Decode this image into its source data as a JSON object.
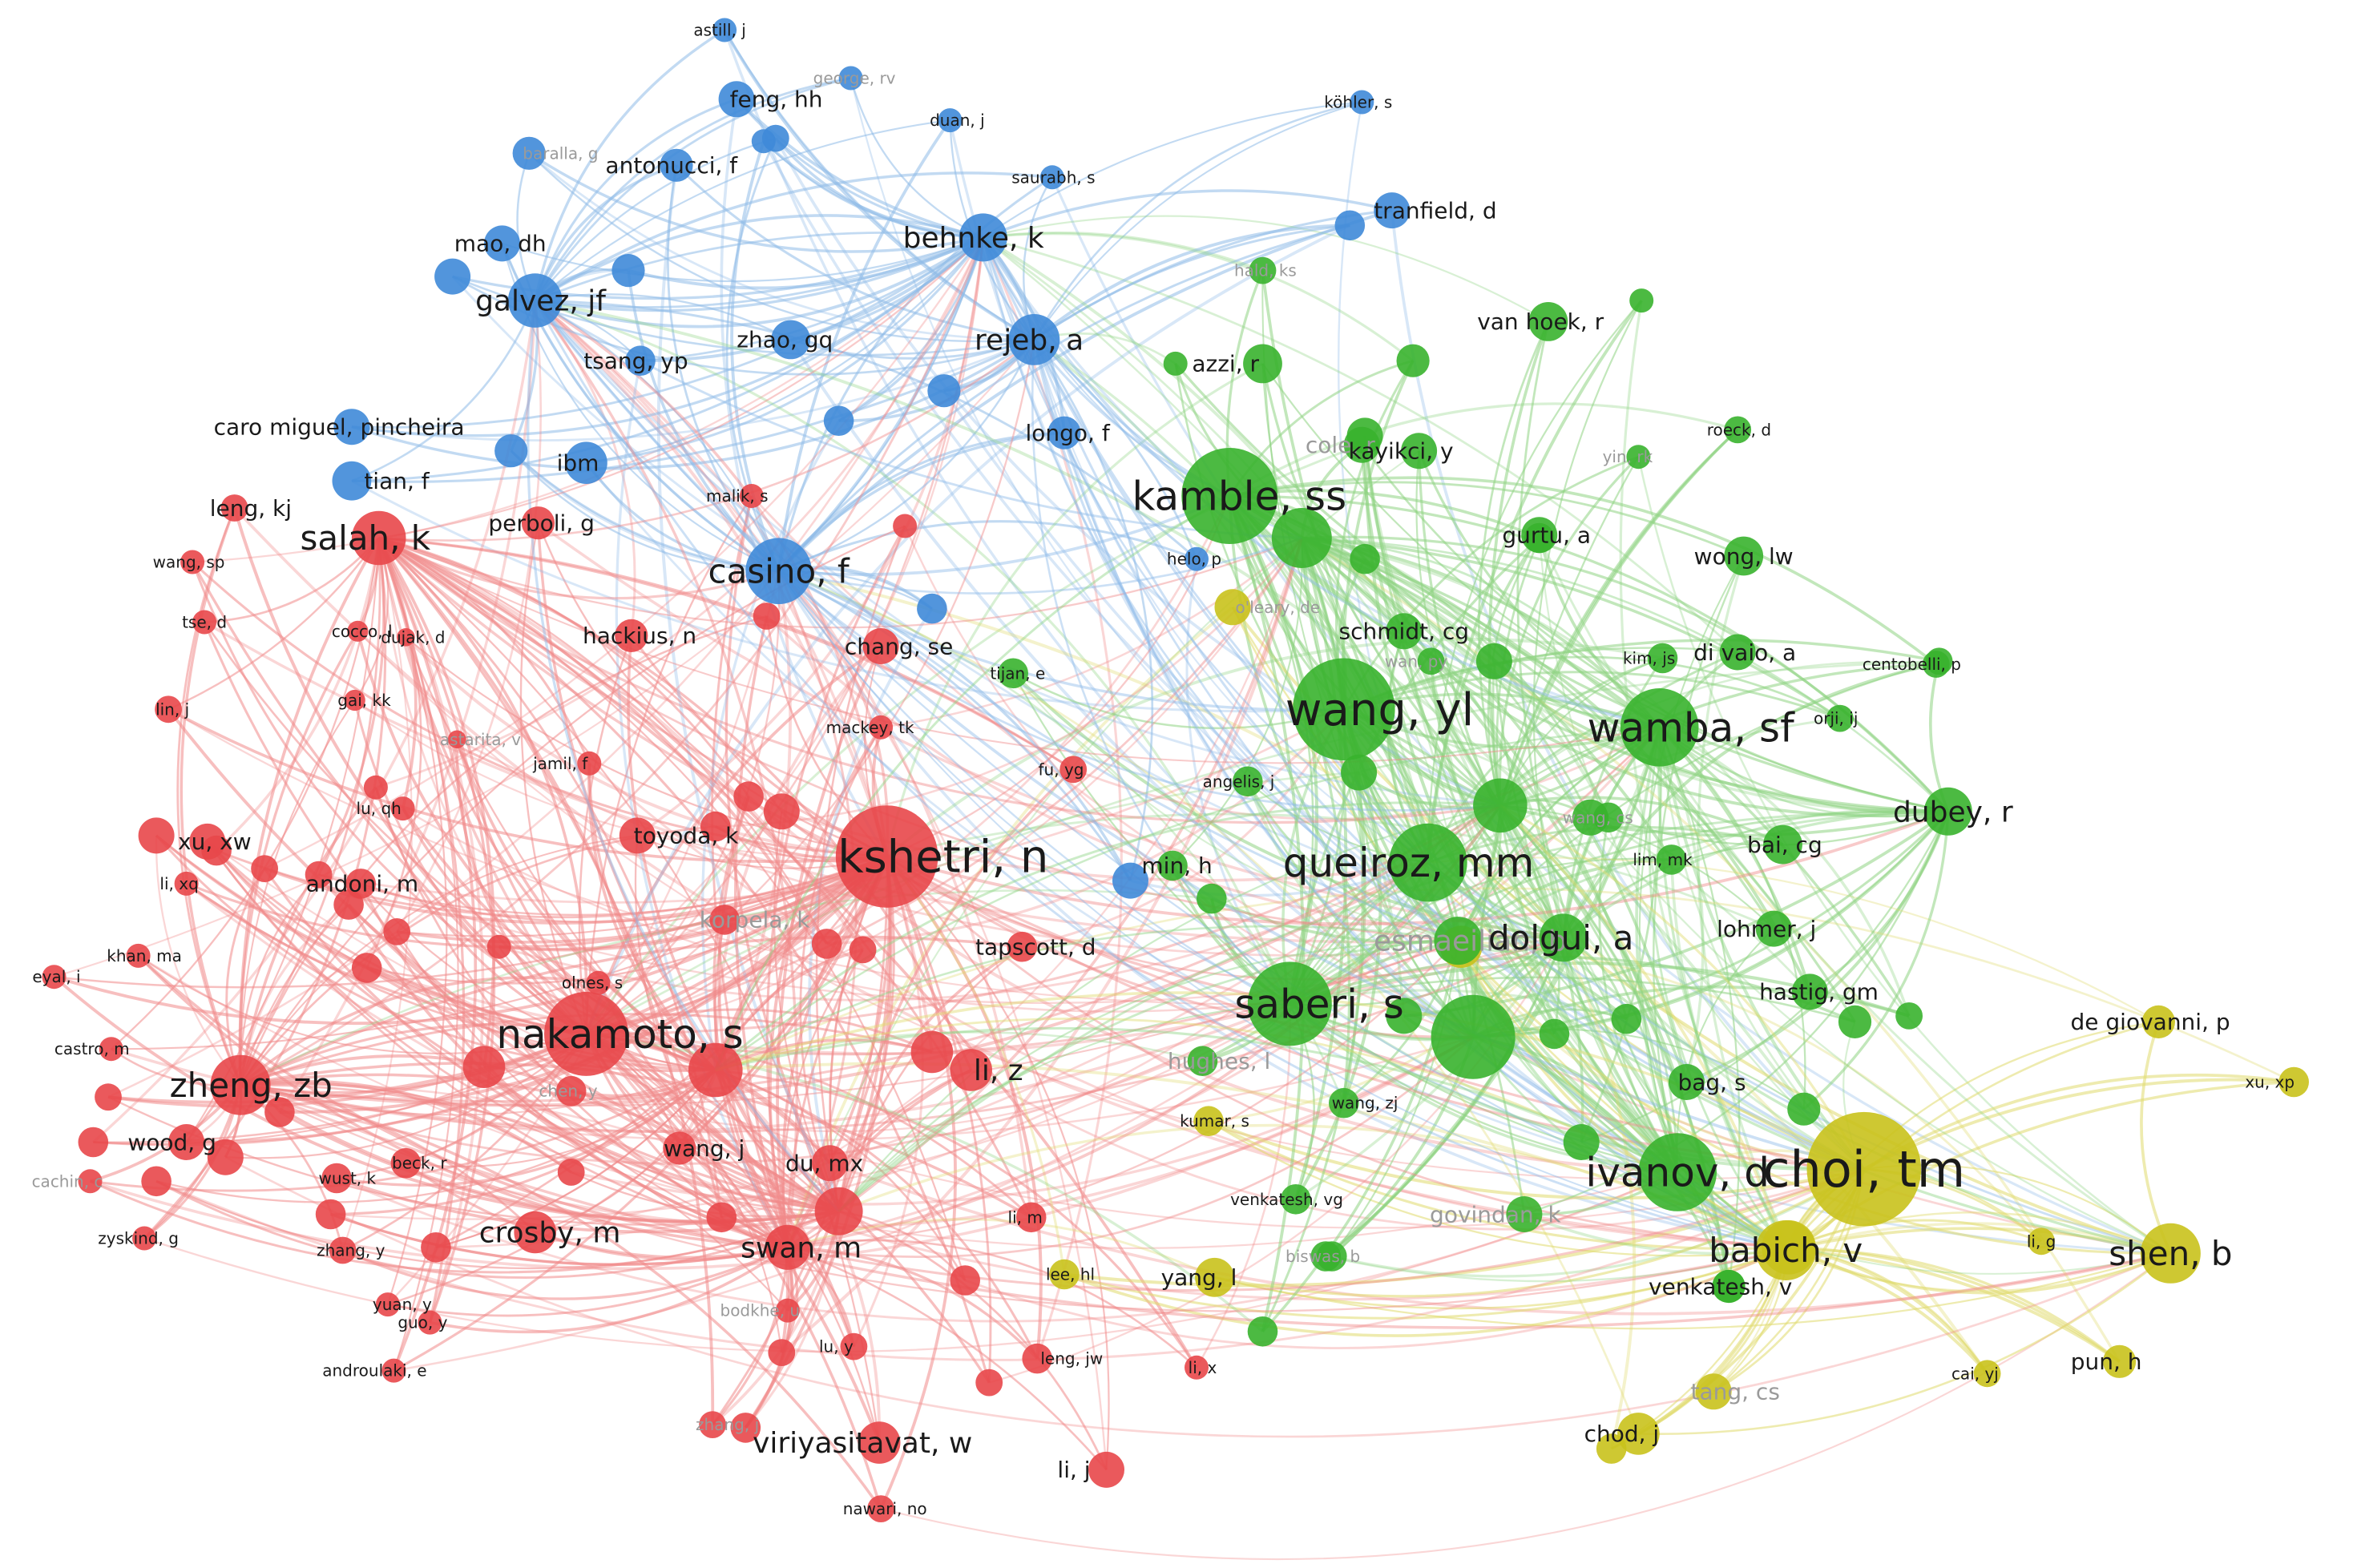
{
  "colors": {
    "red": "#e8474a",
    "blue": "#3f8ad8",
    "green": "#39b32d",
    "yellow": "#c9c21c",
    "red_link": "#f08a8a",
    "blue_link": "#8fbbe8",
    "green_link": "#8fd484",
    "yellow_link": "#e0db6e",
    "label": "#1a1a1a",
    "label_faint": "#9a9a9a"
  },
  "nodes": [
    {
      "id": "kshetri",
      "label": "kshetri, n",
      "cluster": "red",
      "size": 6,
      "weight": "strong"
    },
    {
      "id": "nakamoto",
      "label": "nakamoto, s",
      "cluster": "red",
      "size": 5,
      "weight": "strong"
    },
    {
      "id": "zheng_zb",
      "label": "zheng, zb",
      "cluster": "red",
      "size": 4,
      "weight": "strong"
    },
    {
      "id": "salah",
      "label": "salah, k",
      "cluster": "red",
      "size": 4,
      "weight": "strong"
    },
    {
      "id": "swan",
      "label": "swan, m",
      "cluster": "red",
      "size": 3,
      "weight": "strong"
    },
    {
      "id": "li_z",
      "label": "li, z",
      "cluster": "red",
      "size": 3,
      "weight": "strong"
    },
    {
      "id": "crosby",
      "label": "crosby, m",
      "cluster": "red",
      "size": 3,
      "weight": "strong"
    },
    {
      "id": "viriyasitavat",
      "label": "viriyasitavat, w",
      "cluster": "red",
      "size": 3,
      "weight": "strong"
    },
    {
      "id": "hackius",
      "label": "hackius, n",
      "cluster": "red",
      "size": 2,
      "weight": "strong"
    },
    {
      "id": "chang_se",
      "label": "chang, se",
      "cluster": "red",
      "size": 2,
      "weight": "strong"
    },
    {
      "id": "perboli",
      "label": "perboli, g",
      "cluster": "red",
      "size": 2,
      "weight": "strong"
    },
    {
      "id": "korpela",
      "label": "korpela, k",
      "cluster": "red",
      "size": 2,
      "weight": "faint"
    },
    {
      "id": "tapscott",
      "label": "tapscott, d",
      "cluster": "red",
      "size": 2,
      "weight": "strong"
    },
    {
      "id": "leng_kj",
      "label": "leng, kj",
      "cluster": "red",
      "size": 2,
      "weight": "strong"
    },
    {
      "id": "wang_sp",
      "label": "wang, sp",
      "cluster": "red",
      "size": 1,
      "weight": "strong"
    },
    {
      "id": "tse",
      "label": "tse, d",
      "cluster": "red",
      "size": 1,
      "weight": "strong"
    },
    {
      "id": "cocco",
      "label": "cocco, l",
      "cluster": "red",
      "size": 1,
      "weight": "strong"
    },
    {
      "id": "dujak",
      "label": "dujak, d",
      "cluster": "red",
      "size": 1,
      "weight": "strong"
    },
    {
      "id": "malik",
      "label": "malik, s",
      "cluster": "red",
      "size": 1,
      "weight": "strong"
    },
    {
      "id": "lin_j",
      "label": "lin, j",
      "cluster": "red",
      "size": 1,
      "weight": "strong"
    },
    {
      "id": "gai",
      "label": "gai, kk",
      "cluster": "red",
      "size": 1,
      "weight": "strong"
    },
    {
      "id": "astarita",
      "label": "astarita, v",
      "cluster": "red",
      "size": 1,
      "weight": "faint"
    },
    {
      "id": "jamil",
      "label": "jamil, f",
      "cluster": "red",
      "size": 1,
      "weight": "strong"
    },
    {
      "id": "mackey",
      "label": "mackey, tk",
      "cluster": "red",
      "size": 1,
      "weight": "strong"
    },
    {
      "id": "lu_qh",
      "label": "lu, qh",
      "cluster": "red",
      "size": 1,
      "weight": "strong"
    },
    {
      "id": "xu_xw",
      "label": "xu, xw",
      "cluster": "red",
      "size": 2,
      "weight": "strong"
    },
    {
      "id": "toyoda",
      "label": "toyoda, k",
      "cluster": "red",
      "size": 2,
      "weight": "strong"
    },
    {
      "id": "li_xq",
      "label": "li, xq",
      "cluster": "red",
      "size": 1,
      "weight": "strong"
    },
    {
      "id": "andoni",
      "label": "andoni, m",
      "cluster": "red",
      "size": 2,
      "weight": "strong"
    },
    {
      "id": "khan_ma",
      "label": "khan, ma",
      "cluster": "red",
      "size": 1,
      "weight": "strong"
    },
    {
      "id": "olnes",
      "label": "olnes, s",
      "cluster": "red",
      "size": 1,
      "weight": "strong"
    },
    {
      "id": "eyal",
      "label": "eyal, i",
      "cluster": "red",
      "size": 1,
      "weight": "strong"
    },
    {
      "id": "castro",
      "label": "castro, m",
      "cluster": "red",
      "size": 1,
      "weight": "strong"
    },
    {
      "id": "chen_y",
      "label": "chen, y",
      "cluster": "red",
      "size": 1,
      "weight": "faint"
    },
    {
      "id": "wood",
      "label": "wood, g",
      "cluster": "red",
      "size": 2,
      "weight": "strong"
    },
    {
      "id": "wang_j",
      "label": "wang, j",
      "cluster": "red",
      "size": 2,
      "weight": "strong"
    },
    {
      "id": "du_mx",
      "label": "du, mx",
      "cluster": "red",
      "size": 2,
      "weight": "strong"
    },
    {
      "id": "cachin",
      "label": "cachin, c",
      "cluster": "red",
      "size": 1,
      "weight": "faint"
    },
    {
      "id": "wust",
      "label": "wust, k",
      "cluster": "red",
      "size": 1,
      "weight": "strong"
    },
    {
      "id": "beck",
      "label": "beck, r",
      "cluster": "red",
      "size": 1,
      "weight": "strong"
    },
    {
      "id": "li_m",
      "label": "li, m",
      "cluster": "red",
      "size": 1,
      "weight": "strong"
    },
    {
      "id": "zyskind",
      "label": "zyskind, g",
      "cluster": "red",
      "size": 1,
      "weight": "strong"
    },
    {
      "id": "zhang_y",
      "label": "zhang, y",
      "cluster": "red",
      "size": 1,
      "weight": "strong"
    },
    {
      "id": "yuan",
      "label": "yuan, y",
      "cluster": "red",
      "size": 1,
      "weight": "strong"
    },
    {
      "id": "guo",
      "label": "guo, y",
      "cluster": "red",
      "size": 1,
      "weight": "strong"
    },
    {
      "id": "bodkhe",
      "label": "bodkhe, u",
      "cluster": "red",
      "size": 1,
      "weight": "faint"
    },
    {
      "id": "lu_y",
      "label": "lu, y",
      "cluster": "red",
      "size": 1,
      "weight": "strong"
    },
    {
      "id": "leng_jw",
      "label": "leng, jw",
      "cluster": "red",
      "size": 1,
      "weight": "strong"
    },
    {
      "id": "li_x",
      "label": "li, x",
      "cluster": "red",
      "size": 1,
      "weight": "strong"
    },
    {
      "id": "androulaki",
      "label": "androulaki, e",
      "cluster": "red",
      "size": 1,
      "weight": "strong"
    },
    {
      "id": "zhang_j",
      "label": "zhang, j",
      "cluster": "red",
      "size": 1,
      "weight": "faint"
    },
    {
      "id": "li_j",
      "label": "li, j",
      "cluster": "red",
      "size": 2,
      "weight": "strong"
    },
    {
      "id": "nawari",
      "label": "nawari, no",
      "cluster": "red",
      "size": 1,
      "weight": "strong"
    },
    {
      "id": "lee_hl",
      "label": "lee, hl",
      "cluster": "yellow",
      "size": 1,
      "weight": "strong"
    },
    {
      "id": "astill",
      "label": "astill, j",
      "cluster": "blue",
      "size": 1,
      "weight": "strong"
    },
    {
      "id": "george",
      "label": "george, rv",
      "cluster": "blue",
      "size": 1,
      "weight": "faint"
    },
    {
      "id": "feng",
      "label": "feng, hh",
      "cluster": "blue",
      "size": 2,
      "weight": "strong"
    },
    {
      "id": "duan",
      "label": "duan, j",
      "cluster": "blue",
      "size": 1,
      "weight": "strong"
    },
    {
      "id": "kohler",
      "label": "köhler, s",
      "cluster": "blue",
      "size": 1,
      "weight": "strong"
    },
    {
      "id": "baralla",
      "label": "baralla, g",
      "cluster": "blue",
      "size": 1,
      "weight": "faint"
    },
    {
      "id": "antonucci",
      "label": "antonucci, f",
      "cluster": "blue",
      "size": 2,
      "weight": "strong"
    },
    {
      "id": "saurabh",
      "label": "saurabh, s",
      "cluster": "blue",
      "size": 1,
      "weight": "strong"
    },
    {
      "id": "tranfield",
      "label": "tranfield, d",
      "cluster": "blue",
      "size": 2,
      "weight": "strong"
    },
    {
      "id": "mao",
      "label": "mao, dh",
      "cluster": "blue",
      "size": 2,
      "weight": "strong"
    },
    {
      "id": "behnke",
      "label": "behnke, k",
      "cluster": "blue",
      "size": 3,
      "weight": "strong"
    },
    {
      "id": "galvez",
      "label": "galvez, jf",
      "cluster": "blue",
      "size": 3,
      "weight": "strong"
    },
    {
      "id": "zhao",
      "label": "zhao, gq",
      "cluster": "blue",
      "size": 2,
      "weight": "strong"
    },
    {
      "id": "rejeb",
      "label": "rejeb, a",
      "cluster": "blue",
      "size": 3,
      "weight": "strong"
    },
    {
      "id": "tsang",
      "label": "tsang, yp",
      "cluster": "blue",
      "size": 2,
      "weight": "strong"
    },
    {
      "id": "caro",
      "label": "caro miguel, pincheira",
      "cluster": "blue",
      "size": 2,
      "weight": "strong"
    },
    {
      "id": "longo",
      "label": "longo, f",
      "cluster": "blue",
      "size": 2,
      "weight": "strong"
    },
    {
      "id": "tian",
      "label": "tian, f",
      "cluster": "blue",
      "size": 2,
      "weight": "strong"
    },
    {
      "id": "ibm",
      "label": "ibm",
      "cluster": "blue",
      "size": 2,
      "weight": "strong"
    },
    {
      "id": "casino",
      "label": "casino, f",
      "cluster": "blue",
      "size": 4,
      "weight": "strong"
    },
    {
      "id": "helo",
      "label": "helo, p",
      "cluster": "blue",
      "size": 1,
      "weight": "strong"
    },
    {
      "id": "hald",
      "label": "hald, ks",
      "cluster": "green",
      "size": 1,
      "weight": "faint"
    },
    {
      "id": "van_hoek",
      "label": "van hoek, r",
      "cluster": "green",
      "size": 2,
      "weight": "strong"
    },
    {
      "id": "azzi",
      "label": "azzi, r",
      "cluster": "green",
      "size": 2,
      "weight": "strong"
    },
    {
      "id": "cole",
      "label": "cole, r",
      "cluster": "green",
      "size": 2,
      "weight": "faint"
    },
    {
      "id": "kayikci",
      "label": "kayikci, y",
      "cluster": "green",
      "size": 2,
      "weight": "strong"
    },
    {
      "id": "roeck",
      "label": "roeck, d",
      "cluster": "green",
      "size": 1,
      "weight": "strong"
    },
    {
      "id": "yin",
      "label": "yin, rk",
      "cluster": "green",
      "size": 1,
      "weight": "faint"
    },
    {
      "id": "kamble",
      "label": "kamble, ss",
      "cluster": "green",
      "size": 5,
      "weight": "strong"
    },
    {
      "id": "gurtu",
      "label": "gurtu, a",
      "cluster": "green",
      "size": 2,
      "weight": "strong"
    },
    {
      "id": "wong",
      "label": "wong, lw",
      "cluster": "green",
      "size": 2,
      "weight": "strong"
    },
    {
      "id": "oleary",
      "label": "o'leary, de",
      "cluster": "yellow",
      "size": 1,
      "weight": "faint"
    },
    {
      "id": "schmidt",
      "label": "schmidt, cg",
      "cluster": "green",
      "size": 2,
      "weight": "strong"
    },
    {
      "id": "kim_js",
      "label": "kim, js",
      "cluster": "green",
      "size": 1,
      "weight": "strong"
    },
    {
      "id": "wan_py",
      "label": "wan, py",
      "cluster": "green",
      "size": 1,
      "weight": "faint"
    },
    {
      "id": "tijan",
      "label": "tijan, e",
      "cluster": "green",
      "size": 1,
      "weight": "strong"
    },
    {
      "id": "di_vaio",
      "label": "di vaio, a",
      "cluster": "green",
      "size": 2,
      "weight": "strong"
    },
    {
      "id": "centobelli",
      "label": "centobelli, p",
      "cluster": "green",
      "size": 1,
      "weight": "strong"
    },
    {
      "id": "wang_yl",
      "label": "wang, yl",
      "cluster": "green",
      "size": 6,
      "weight": "strong"
    },
    {
      "id": "wamba",
      "label": "wamba, sf",
      "cluster": "green",
      "size": 5,
      "weight": "strong"
    },
    {
      "id": "orji",
      "label": "orji, ij",
      "cluster": "green",
      "size": 1,
      "weight": "strong"
    },
    {
      "id": "fu_yg",
      "label": "fu, yg",
      "cluster": "red",
      "size": 1,
      "weight": "strong"
    },
    {
      "id": "angelis",
      "label": "angelis, j",
      "cluster": "green",
      "size": 1,
      "weight": "strong"
    },
    {
      "id": "wang_cs",
      "label": "wang, cs",
      "cluster": "green",
      "size": 1,
      "weight": "faint"
    },
    {
      "id": "dubey",
      "label": "dubey, r",
      "cluster": "green",
      "size": 3,
      "weight": "strong"
    },
    {
      "id": "min_h",
      "label": "min, h",
      "cluster": "green",
      "size": 2,
      "weight": "strong"
    },
    {
      "id": "queiroz",
      "label": "queiroz, mm",
      "cluster": "green",
      "size": 5,
      "weight": "strong"
    },
    {
      "id": "lim_mk",
      "label": "lim, mk",
      "cluster": "green",
      "size": 1,
      "weight": "strong"
    },
    {
      "id": "bai_cg",
      "label": "bai, cg",
      "cluster": "green",
      "size": 2,
      "weight": "strong"
    },
    {
      "id": "esmaeilian",
      "label": "esmaeilian, b",
      "cluster": "green",
      "size": 3,
      "weight": "faint"
    },
    {
      "id": "dolgui",
      "label": "dolgui, a",
      "cluster": "green",
      "size": 4,
      "weight": "strong"
    },
    {
      "id": "lohmer",
      "label": "lohmer, j",
      "cluster": "green",
      "size": 2,
      "weight": "strong"
    },
    {
      "id": "hastig",
      "label": "hastig, gm",
      "cluster": "green",
      "size": 2,
      "weight": "strong"
    },
    {
      "id": "saberi",
      "label": "saberi, s",
      "cluster": "green",
      "size": 5,
      "weight": "strong"
    },
    {
      "id": "hughes",
      "label": "hughes, l",
      "cluster": "green",
      "size": 2,
      "weight": "faint"
    },
    {
      "id": "wang_zj",
      "label": "wang, zj",
      "cluster": "green",
      "size": 1,
      "weight": "strong"
    },
    {
      "id": "kumar_s",
      "label": "kumar, s",
      "cluster": "yellow",
      "size": 1,
      "weight": "strong"
    },
    {
      "id": "bag",
      "label": "bag, s",
      "cluster": "green",
      "size": 2,
      "weight": "strong"
    },
    {
      "id": "ivanov",
      "label": "ivanov, d",
      "cluster": "green",
      "size": 5,
      "weight": "strong"
    },
    {
      "id": "venkatesh_vg",
      "label": "venkatesh, vg",
      "cluster": "green",
      "size": 1,
      "weight": "strong"
    },
    {
      "id": "govindan",
      "label": "govindan, k",
      "cluster": "green",
      "size": 2,
      "weight": "faint"
    },
    {
      "id": "biswas",
      "label": "biswas, b",
      "cluster": "green",
      "size": 1,
      "weight": "faint"
    },
    {
      "id": "yang_l",
      "label": "yang, l",
      "cluster": "yellow",
      "size": 2,
      "weight": "strong"
    },
    {
      "id": "venkatesh_v",
      "label": "venkatesh, v",
      "cluster": "green",
      "size": 2,
      "weight": "strong"
    },
    {
      "id": "choi",
      "label": "choi, tm",
      "cluster": "yellow",
      "size": 7,
      "weight": "strong"
    },
    {
      "id": "babich",
      "label": "babich, v",
      "cluster": "yellow",
      "size": 4,
      "weight": "strong"
    },
    {
      "id": "de_giovanni",
      "label": "de giovanni, p",
      "cluster": "yellow",
      "size": 2,
      "weight": "strong"
    },
    {
      "id": "xu_xp",
      "label": "xu, xp",
      "cluster": "yellow",
      "size": 1,
      "weight": "strong"
    },
    {
      "id": "li_g",
      "label": "li, g",
      "cluster": "yellow",
      "size": 1,
      "weight": "strong"
    },
    {
      "id": "shen",
      "label": "shen, b",
      "cluster": "yellow",
      "size": 4,
      "weight": "strong"
    },
    {
      "id": "pun",
      "label": "pun, h",
      "cluster": "yellow",
      "size": 2,
      "weight": "strong"
    },
    {
      "id": "cai",
      "label": "cai, yj",
      "cluster": "yellow",
      "size": 1,
      "weight": "strong"
    },
    {
      "id": "tang",
      "label": "tang, cs",
      "cluster": "yellow",
      "size": 2,
      "weight": "faint"
    },
    {
      "id": "chod",
      "label": "chod, j",
      "cluster": "yellow",
      "size": 2,
      "weight": "strong"
    }
  ]
}
